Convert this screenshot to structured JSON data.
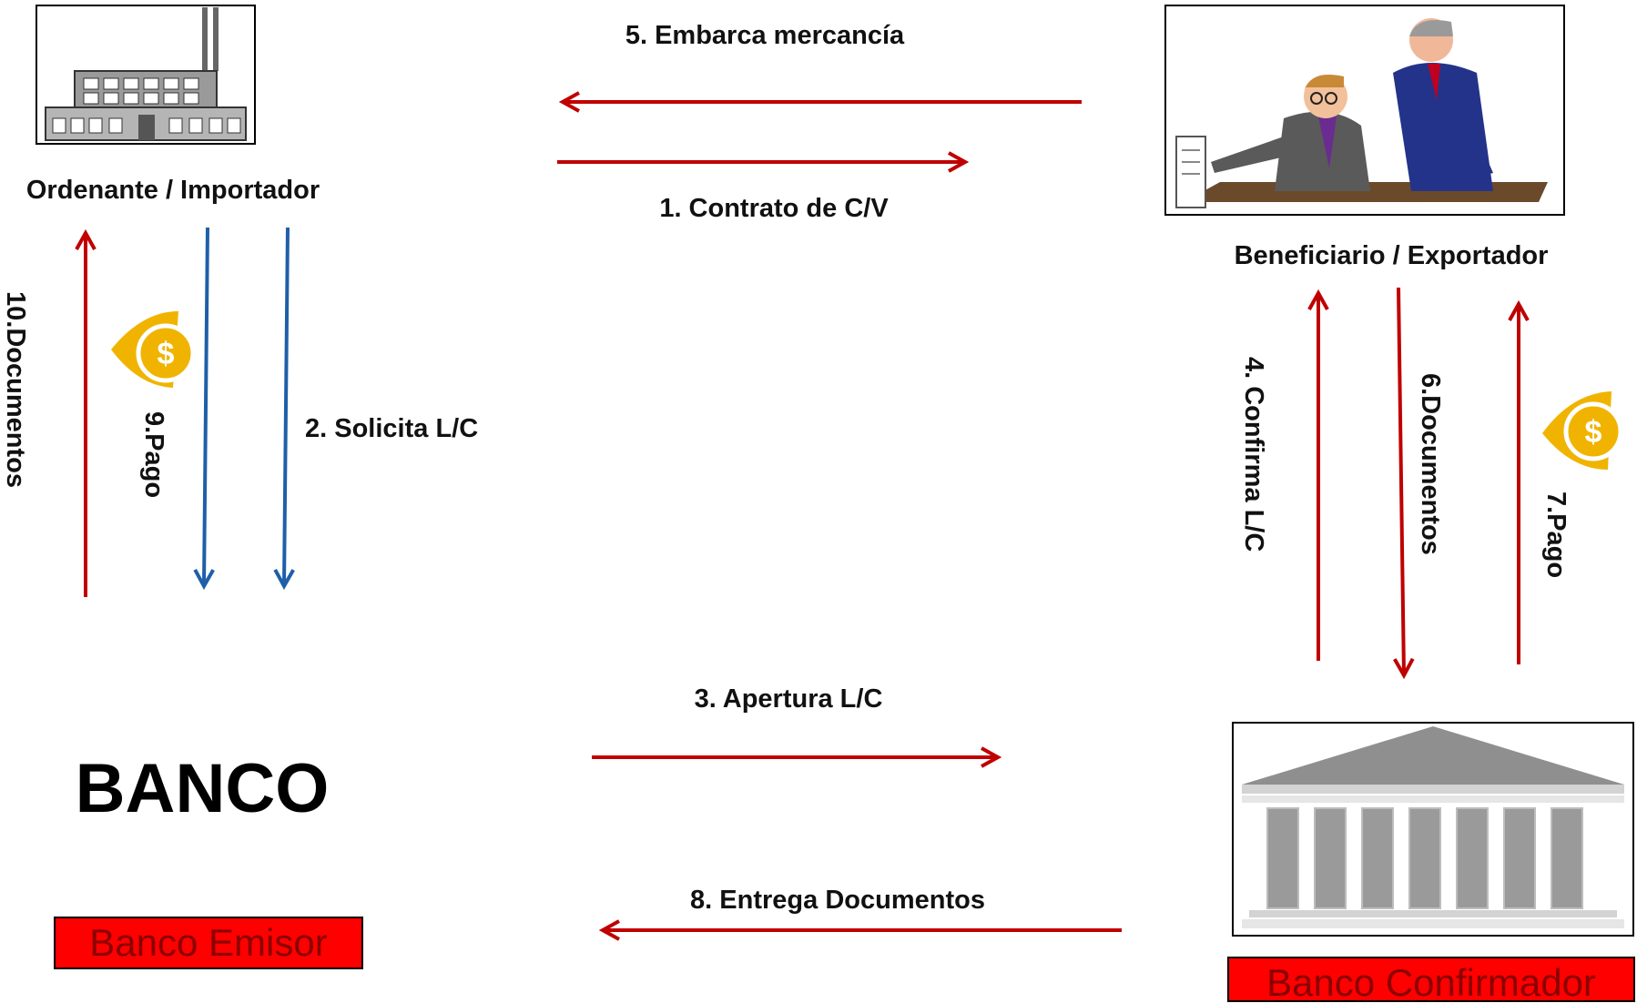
{
  "nodes": {
    "importer": "Ordenante / Importador",
    "exporter": "Beneficiario / Exportador",
    "bank_heading": "BANCO",
    "issuing_bank": "Banco Emisor",
    "confirming_bank": "Banco Confirmador"
  },
  "steps": {
    "s1": "1. Contrato de C/V",
    "s2": "2. Solicita L/C",
    "s3": "3. Apertura L/C",
    "s4": "4. Confirma L/C",
    "s5": "5. Embarca mercancía",
    "s6": "6.Documentos",
    "s7": "7.Pago",
    "s8": "8. Entrega Documentos",
    "s9": "9.Pago",
    "s10": "10.Documentos"
  },
  "icons": {
    "factory": "factory-icon",
    "businessmen": "businessmen-icon",
    "bank": "bank-building-icon",
    "payment": "dollar-coin-icon"
  },
  "colors": {
    "red_arrow": "#c00000",
    "blue_arrow": "#1f5fa8",
    "label_fill": "#ff0000",
    "coin": "#f0b400"
  }
}
